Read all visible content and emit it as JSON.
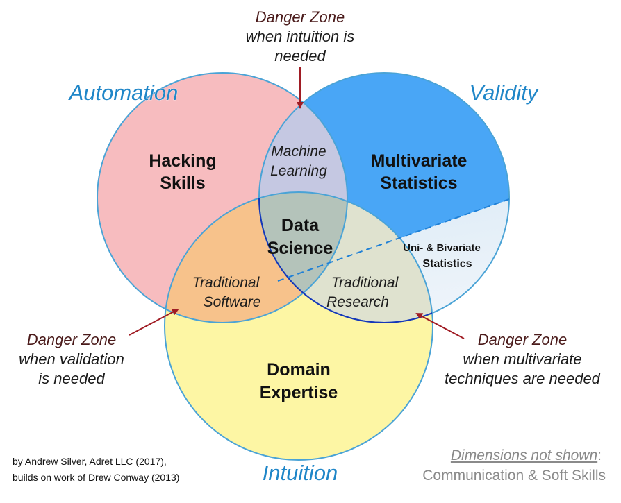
{
  "diagram": {
    "axes": {
      "top_left": "Automation",
      "top_right": "Validity",
      "bottom": "Intuition"
    },
    "circles": {
      "hacking": [
        "Hacking",
        "Skills"
      ],
      "stats": [
        "Multivariate",
        "Statistics"
      ],
      "domain": [
        "Domain",
        "Expertise"
      ]
    },
    "overlaps": {
      "machine_learning": [
        "Machine",
        "Learning"
      ],
      "data_science": [
        "Data",
        "Science"
      ],
      "traditional_software": [
        "Traditional",
        "Software"
      ],
      "traditional_research": [
        "Traditional",
        "Research"
      ],
      "uni_bivariate": [
        "Uni- & Bivariate",
        "Statistics"
      ]
    },
    "danger_zones": {
      "top": {
        "title": "Danger Zone",
        "lines": [
          "when intuition is",
          "needed"
        ]
      },
      "left": {
        "title": "Danger Zone",
        "lines": [
          "when validation",
          "is needed"
        ]
      },
      "right": {
        "title": "Danger Zone",
        "lines": [
          "when multivariate",
          "techniques are needed"
        ]
      }
    },
    "credit": [
      "by Andrew Silver, Adret LLC (2017),",
      "builds on work of Drew Conway (2013)"
    ],
    "dimensions_note": {
      "title": "Dimensions not shown",
      "suffix": ":",
      "body": "Communication & Soft Skills"
    },
    "colors": {
      "hacking_fill": "#f7bcbf",
      "stats_fill": "#49a6f6",
      "domain_fill": "#fdf6a4",
      "overlap_ml": "#c5c8e2",
      "overlap_ds": "#b4c3ba",
      "overlap_software": "#f7c28b",
      "overlap_research": "#dfe2cf",
      "outline": "#4aa3d6",
      "arrow": "#a01c24",
      "dashed": "#1f80d6"
    }
  }
}
